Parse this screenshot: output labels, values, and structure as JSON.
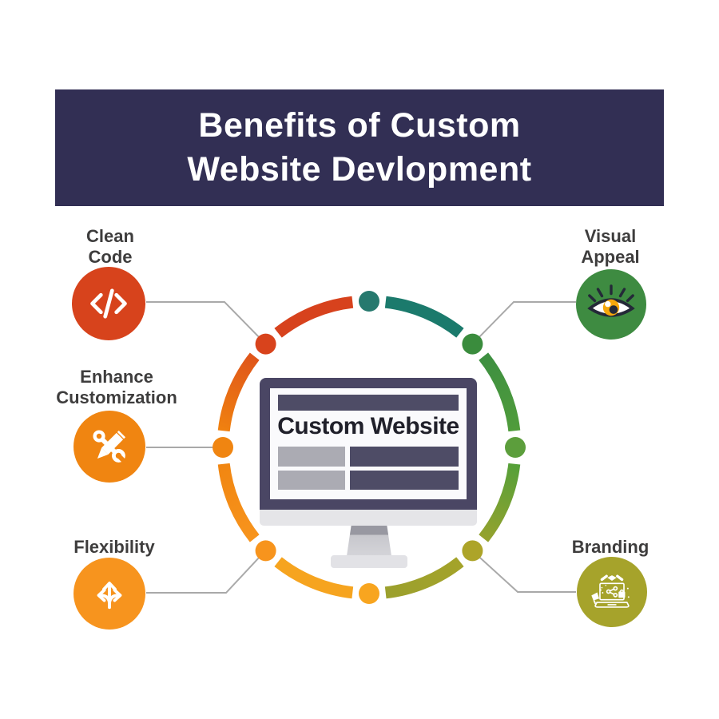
{
  "title": {
    "line1": "Benefits of Custom",
    "line2": "Website Devlopment"
  },
  "banner": {
    "bg": "#322F54",
    "text_color": "#FFFFFF"
  },
  "monitor": {
    "screen_title": "Custom Website",
    "frame_color": "#4A4664",
    "bar_color": "#4E4C66",
    "block_gray": "#ABABB3",
    "block_dark": "#4E4C66",
    "chin_color": "#E5E5E8",
    "base_color": "#E2E2E6",
    "text_color": "#20202A"
  },
  "benefits": [
    {
      "label_lines": [
        "Clean",
        "Code"
      ],
      "color": "#D7431C",
      "icon": "code-icon"
    },
    {
      "label_lines": [
        "Enhance",
        "Customization"
      ],
      "color": "#F08511",
      "icon": "wrench-pencil-icon"
    },
    {
      "label_lines": [
        "Flexibility"
      ],
      "color": "#F7941E",
      "icon": "branch-arrows-icon"
    },
    {
      "label_lines": [
        "Visual",
        "Appeal"
      ],
      "color": "#3E8B41",
      "icon": "eye-icon"
    },
    {
      "label_lines": [
        "Branding"
      ],
      "color": "#A6A32B",
      "icon": "branding-laptop-icon"
    }
  ],
  "ring": {
    "segments": [
      {
        "from": "135",
        "to": "90",
        "color_start": "#D7421D",
        "color_end": "#D7421D"
      },
      {
        "from": "90",
        "to": "45",
        "color_start": "#1B7A6C",
        "color_end": "#1B7A6C"
      },
      {
        "from": "45",
        "to": "0",
        "color_start": "#3D8F41",
        "color_end": "#509C3B"
      },
      {
        "from": "0",
        "to": "315",
        "color_start": "#55A039",
        "color_end": "#95A22E"
      },
      {
        "from": "315",
        "to": "270",
        "color_start": "#A4A32A",
        "color_end": "#9BA02D"
      },
      {
        "from": "270",
        "to": "225",
        "color_start": "#F6A41F",
        "color_end": "#F6A41F"
      },
      {
        "from": "225",
        "to": "180",
        "color_start": "#F7941D",
        "color_end": "#F18611"
      },
      {
        "from": "180",
        "to": "135",
        "color_start": "#F08110",
        "color_end": "#DF551A"
      }
    ],
    "dots": [
      {
        "angle": "90",
        "color": "#26796E"
      },
      {
        "angle": "45",
        "color": "#3A8C3D"
      },
      {
        "angle": "0",
        "color": "#5C9E3C"
      },
      {
        "angle": "315",
        "color": "#ADA429"
      },
      {
        "angle": "270",
        "color": "#F8A51F"
      },
      {
        "angle": "225",
        "color": "#F7941D"
      },
      {
        "angle": "180",
        "color": "#F08511"
      },
      {
        "angle": "135",
        "color": "#D8431C"
      }
    ]
  },
  "connector_color": "#A9A9A9",
  "label_color": "#3E3D3D",
  "eye_icon_colors": {
    "outline": "#242938",
    "iris": "#F5A70B"
  }
}
